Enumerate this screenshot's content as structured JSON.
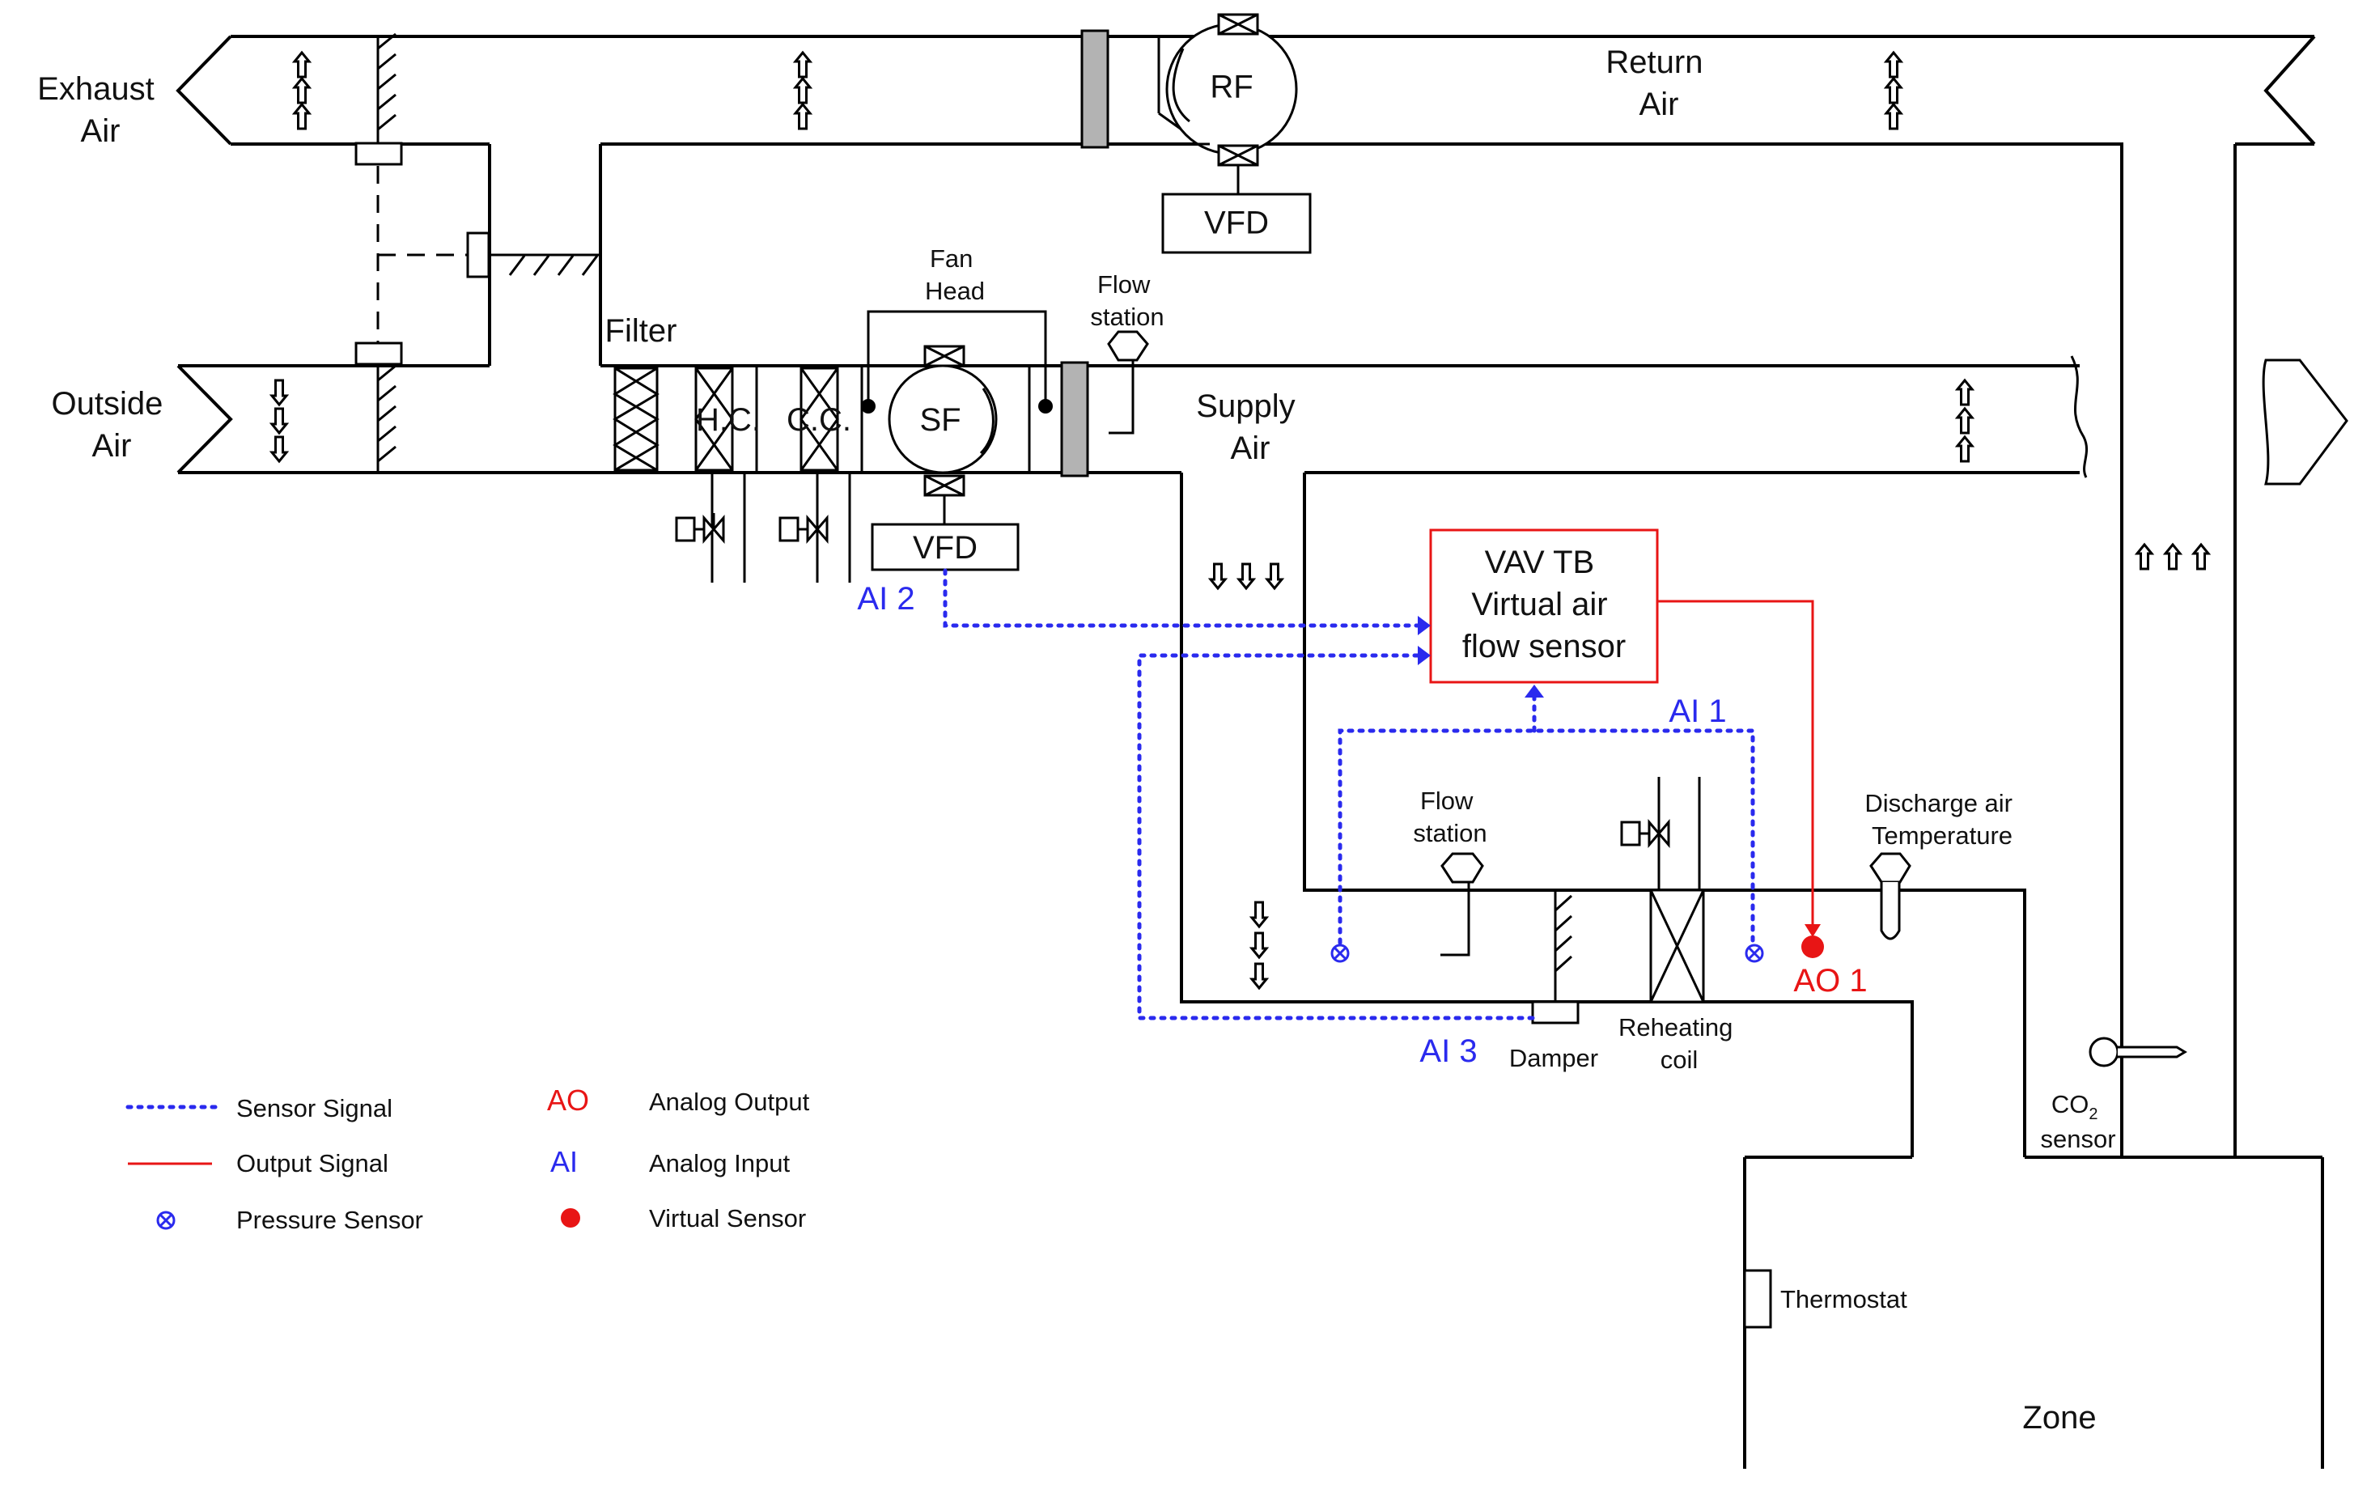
{
  "colors": {
    "sensor_signal": "#2a2aee",
    "output_signal": "#e81515",
    "duct": "#000000",
    "damper_block": "#b3b3b3"
  },
  "labels": {
    "exhaust_air": [
      "Exhaust",
      "Air"
    ],
    "outside_air": [
      "Outside",
      "Air"
    ],
    "return_air": [
      "Return",
      "Air"
    ],
    "supply_air": [
      "Supply",
      "Air"
    ],
    "filter": "Filter",
    "heating_coil": "H.C.",
    "cooling_coil": "C.C.",
    "supply_fan": "SF",
    "return_fan": "RF",
    "vfd_return": "VFD",
    "vfd_supply": "VFD",
    "fan_head": [
      "Fan",
      "Head"
    ],
    "flow_station_main": [
      "Flow",
      "station"
    ],
    "flow_station_vav": [
      "Flow",
      "station"
    ],
    "discharge_air_temp": [
      "Discharge air",
      "Temperature"
    ],
    "vav_box": [
      "VAV TB",
      "Virtual air",
      "flow sensor"
    ],
    "ai1": "AI 1",
    "ai2": "AI 2",
    "ai3": "AI 3",
    "ao1": "AO 1",
    "damper": "Damper",
    "reheating_coil": [
      "Reheating",
      "coil"
    ],
    "co2_sensor": [
      "CO",
      "2",
      "sensor"
    ],
    "thermostat": "Thermostat",
    "zone": "Zone"
  },
  "legend": [
    {
      "key": "sensor-signal",
      "label": "Sensor Signal"
    },
    {
      "key": "output-signal",
      "label": "Output Signal"
    },
    {
      "key": "pressure-sensor",
      "label": "Pressure Sensor"
    },
    {
      "key": "ao",
      "abbr": "AO",
      "label": "Analog Output"
    },
    {
      "key": "ai",
      "abbr": "AI",
      "label": "Analog Input"
    },
    {
      "key": "virtual-sensor",
      "label": "Virtual Sensor"
    }
  ]
}
